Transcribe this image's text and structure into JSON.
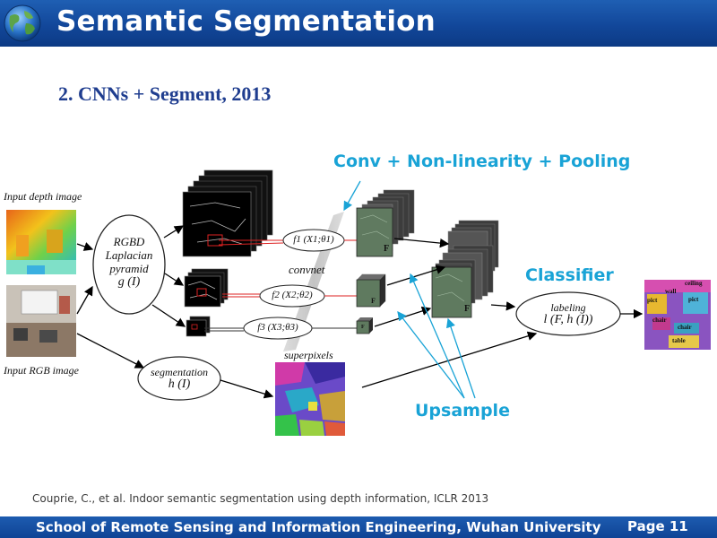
{
  "header": {
    "title": "Semantic Segmentation"
  },
  "subtitle": "2. CNNs + Segment, 2013",
  "callouts": {
    "conv": "Conv + Non-linearity + Pooling",
    "classifier": "Classifier",
    "upsample": "Upsample"
  },
  "diagram": {
    "input_depth": "Input depth image",
    "input_rgb": "Input RGB image",
    "pyramid_line1": "RGBD",
    "pyramid_line2": "Laplacian",
    "pyramid_line3": "pyramid",
    "pyramid_formula": "g (I)",
    "convnet": "convnet",
    "f1": "f1 (X1;θ1)",
    "f2": "f2 (X2;θ2)",
    "f3": "f3 (X3;θ3)",
    "feature_label": "F",
    "segmentation": "segmentation",
    "segmentation_formula": "h (I)",
    "superpixels": "superpixels",
    "labeling": "labeling",
    "labeling_formula": "l (F, h (I))",
    "out_labels": [
      "ceiling",
      "wall",
      "pict",
      "pict",
      "chair",
      "chair",
      "table"
    ]
  },
  "citation": "Couprie, C., et al. Indoor semantic segmentation using depth information, ICLR 2013",
  "footer": {
    "text": "School of Remote Sensing and Information Engineering, Wuhan University",
    "page": "Page 11"
  },
  "colors": {
    "header_blue": "#1a55a8",
    "callout": "#19a3d6",
    "subtitle": "#1f3d8f"
  }
}
